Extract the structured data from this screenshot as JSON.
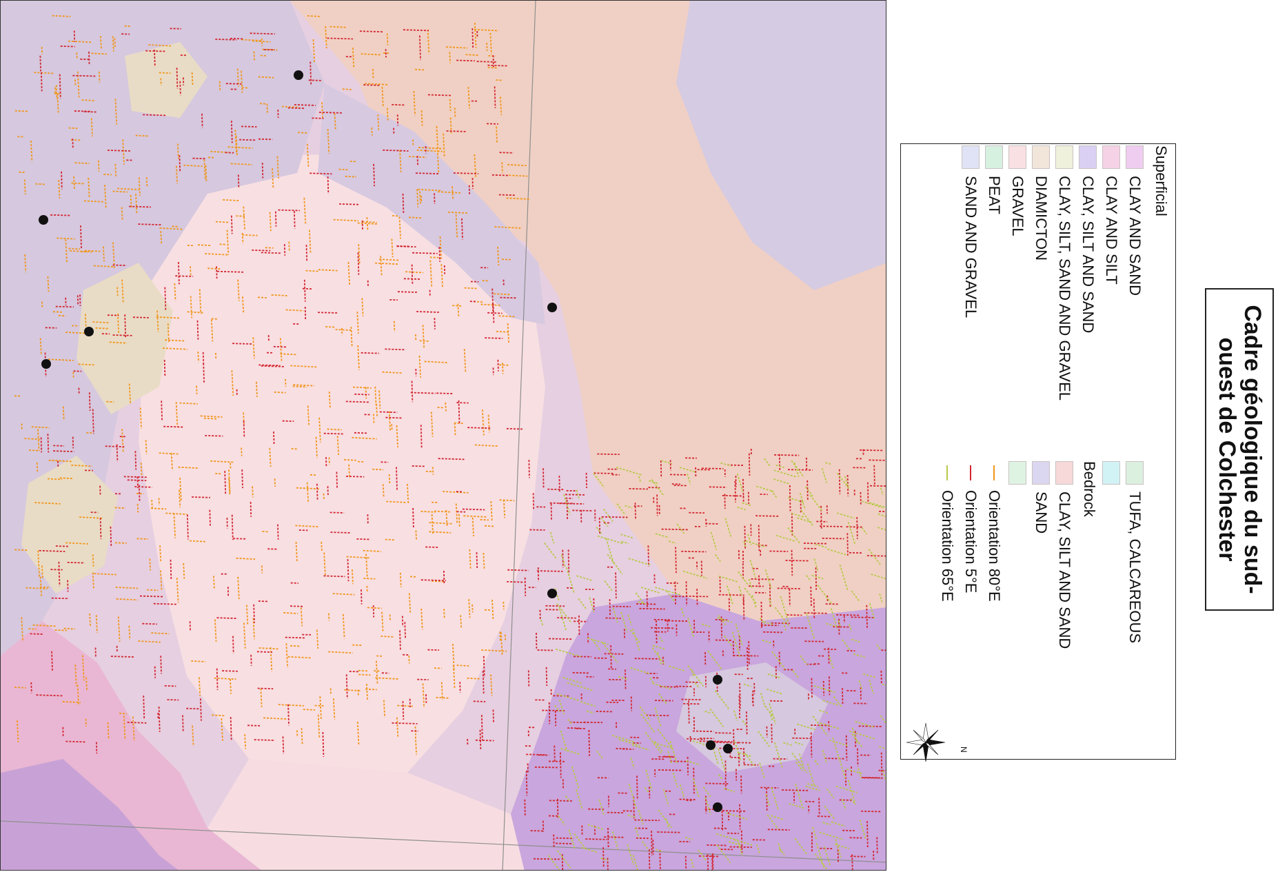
{
  "map": {
    "colors": {
      "bedrock_clay_silt_sand": "#f3d2c7",
      "gravel": "#f8dde0",
      "clay_sand": "#d9c7de",
      "sand": "#cfc4dc",
      "clay_silt_sand_gravel": "#e8dcc8",
      "purple": "#c8a9dd",
      "pink": "#eab6d2",
      "orient80": "#f0961c",
      "orient5": "#d22631",
      "orient65": "#b8c84a"
    }
  },
  "panel": {
    "title_line1": "Cadre géologique du sud-",
    "title_line2": "ouest de Colchester",
    "legend": {
      "superficial_heading": "Superficial",
      "bedrock_heading": "Bedrock",
      "superficial_items": [
        {
          "label": "CLAY AND SAND",
          "color": "#efcdf0"
        },
        {
          "label": "CLAY AND SILT",
          "color": "#f6d2e6"
        },
        {
          "label": "CLAY, SILT AND SAND",
          "color": "#d9d0f4"
        },
        {
          "label": "CLAY, SILT, SAND AND GRAVEL",
          "color": "#f0f1dc"
        },
        {
          "label": "DIAMICTON",
          "color": "#f2e5da"
        },
        {
          "label": "GRAVEL",
          "color": "#f9e0e3"
        },
        {
          "label": "PEAT",
          "color": "#d7f1e1"
        },
        {
          "label": "SAND AND GRAVEL",
          "color": "#dfe3f5"
        }
      ],
      "right_items": [
        {
          "label": "TUFA, CALCAREOUS",
          "color": "#dcf0e0"
        },
        {
          "label": "CLAY, SILT AND SAND",
          "color": "#f7d9d9"
        },
        {
          "label": "SAND",
          "color": "#dcd7f0"
        }
      ],
      "extra_swatch_color": "#dff3e3",
      "lines": [
        {
          "label": "Orientation 80°E",
          "color": "#f0961c"
        },
        {
          "label": "Orientation 5°E",
          "color": "#d22631"
        },
        {
          "label": "Orientation 65°E",
          "color": "#b8c84a"
        }
      ],
      "compass_letter": "N",
      "compass_icon": "compass-rose-icon"
    }
  }
}
